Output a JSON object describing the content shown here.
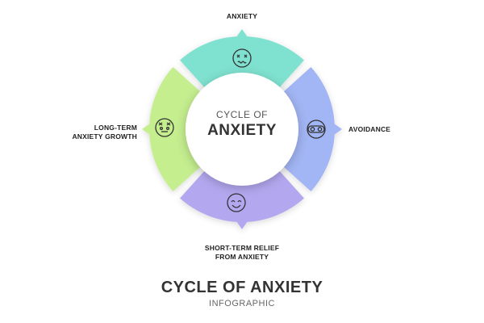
{
  "colors": {
    "teal": "#7fe1cf",
    "blue": "#a2b5f4",
    "purple": "#b3a8ef",
    "green": "#c5ee8f",
    "text": "#333333"
  },
  "stages": {
    "top": {
      "label": "ANXIETY",
      "icon": "worried-face-icon"
    },
    "right": {
      "label": "AVOIDANCE",
      "icon": "mask-face-icon"
    },
    "bottom": {
      "label": "SHORT-TERM RELIEF\nFROM ANXIETY",
      "icon": "happy-face-icon"
    },
    "left": {
      "label": "LONG-TERM\nANXIETY GROWTH",
      "icon": "stressed-face-icon"
    }
  },
  "center": {
    "small": "CYCLE OF",
    "big": "ANXIETY"
  },
  "footer": {
    "title": "CYCLE OF ANXIETY",
    "subtitle": "INFOGRAPHIC"
  }
}
